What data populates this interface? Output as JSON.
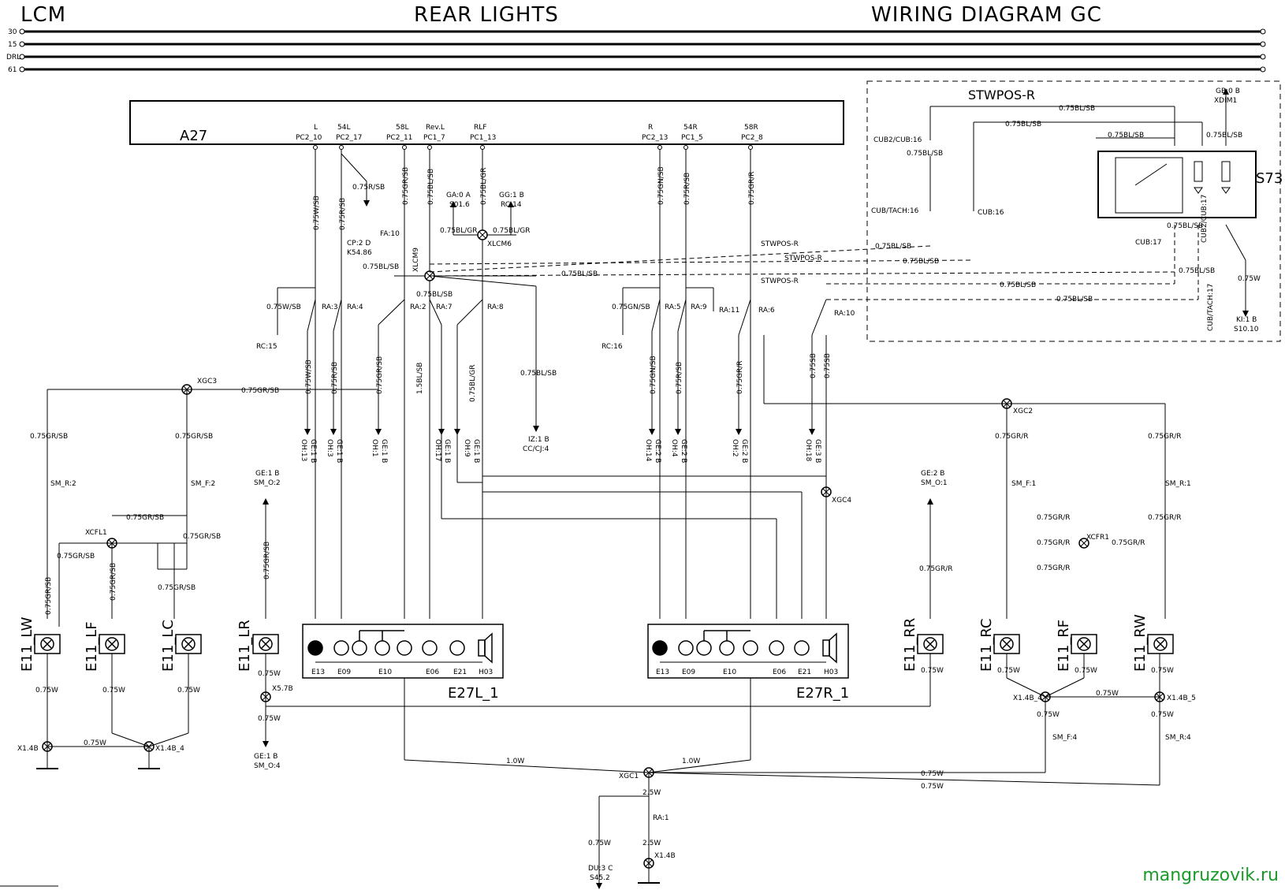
{
  "header": {
    "left": "LCM",
    "center": "REAR LIGHTS",
    "right": "WIRING DIAGRAM GC"
  },
  "rails": [
    "30",
    "15",
    "DRL",
    "61"
  ],
  "module": {
    "name": "A27",
    "pins": [
      {
        "func": "L",
        "pin": "PC2_10"
      },
      {
        "func": "54L",
        "pin": "PC2_17"
      },
      {
        "func": "58L",
        "pin": "PC2_11"
      },
      {
        "func": "Rev.L",
        "pin": "PC1_7"
      },
      {
        "func": "RLF",
        "pin": "PC1_13"
      },
      {
        "func": "R",
        "pin": "PC2_13"
      },
      {
        "func": "54R",
        "pin": "PC1_5"
      },
      {
        "func": "58R",
        "pin": "PC2_8"
      }
    ]
  },
  "switch_box": {
    "title": "STWPOS-R",
    "name": "S73"
  },
  "connectors": [
    "XLCM9",
    "XLCM6",
    "XGC3",
    "XGC2",
    "XGC4",
    "XCFL1",
    "XCFR1",
    "XGC1",
    "X5.7B",
    "X1.4B",
    "X1.4B_4",
    "X1.4B_5"
  ],
  "wire_labels": {
    "w1": "0.75W/SB",
    "w2": "0.75R/SB",
    "w3": "0.75GR/SB",
    "w4": "0.75BL/SB",
    "w5": "0.75BL/GR",
    "w6": "0.75GN/SB",
    "w7": "0.75R/SB",
    "w8": "0.75GR/R",
    "w9": "0.75BL/SB",
    "w10": "0.75BL/GR",
    "w11": "0.75BL/SB",
    "w12": "0.75W/SB",
    "w13": "0.75GN/SB",
    "w14": "0.75BL/SB",
    "w15": "0.75R/SB",
    "w16": "0.75GR/SB",
    "w17": "1.5BL/SB",
    "w18": "0.75BL/GR",
    "w19": "0.75BL/SB",
    "w20": "0.75GN/SB",
    "w21": "0.75R/SB",
    "w22": "0.75GR/R",
    "w23": "0.75SB",
    "w24": "0.75SB",
    "w25": "0.75GR/SB",
    "w26": "0.75GR/SB",
    "w27": "0.75GR/SB",
    "w28": "0.75GR/R",
    "w29": "0.75GR/R",
    "w30": "0.75BL/SB",
    "w31": "0.75BL/SB",
    "w32": "0.75BL/SB",
    "w33": "0.75BL/SB",
    "w34": "0.75BL/SB",
    "w35": "0.75BL/SB",
    "w36": "0.75BL/SB",
    "w37": "0.75W",
    "w38": "0.75BL/SB",
    "w39": "0.75BL/SB",
    "w40": "0.75BL/SB",
    "w41": "0.75BL/SB",
    "w42": "0.75BL/SB"
  },
  "refs": {
    "r1": "CP:2 D",
    "r2": "K54.86",
    "r3": "FA:10",
    "r4": "GA:0 A",
    "r5": "S01.6",
    "r6": "GG:1 B",
    "r7": "RC:14",
    "r8": "RA:3",
    "r9": "RA:4",
    "r10": "RA:2",
    "r11": "RA:7",
    "r12": "RA:8",
    "r13": "RA:5",
    "r14": "RA:9",
    "r15": "RA:11",
    "r16": "RA:6",
    "r17": "RA:10",
    "r18": "RC:15",
    "r19": "RC:16",
    "r20": "OH:13",
    "r21": "GE:1 B",
    "r22": "OH:3",
    "r23": "GE:1 B",
    "r24": "OH:1",
    "r25": "GE:1 B",
    "r26": "OH:17",
    "r27": "GE:1 B",
    "r28": "OH:9",
    "r29": "GE:1 B",
    "r30": "IZ:1 B",
    "r31": "CC/CJ:4",
    "r32": "OH:14",
    "r33": "GE:2 B",
    "r34": "OH:4",
    "r35": "GE:2 B",
    "r36": "OH:2",
    "r37": "GE:2 B",
    "r38": "OH:18",
    "r39": "GE:3 B",
    "r40": "GE:1 B",
    "r41": "SM_O:2",
    "r42": "GE:2 B",
    "r43": "SM_O:1",
    "r44": "GE:1 B",
    "r45": "SM_O:4",
    "r46": "SM_R:2",
    "r47": "SM_F:2",
    "r48": "SM_F:1",
    "r49": "SM_R:1",
    "r50": "SM_F:4",
    "r51": "SM_R:4",
    "r52": "CUB2/CUB:16",
    "r53": "CUB/TACH:16",
    "r54": "CUB:16",
    "r55": "CUB:17",
    "r56": "CUB2/CUB:17",
    "r57": "CUB/TACH:17",
    "r58": "GB:0 B",
    "r59": "XDIM1",
    "r60": "KI:1 B",
    "r61": "S10.10",
    "r62": "DU:3 C",
    "r63": "S45.2",
    "r64": "RA:1",
    "r65": "STWPOS-R",
    "r66": "STWPOS-R",
    "r67": "STWPOS-R"
  },
  "lamps": {
    "E11_LW": "E11_LW",
    "E11_LF": "E11_LF",
    "E11_LC": "E11_LC",
    "E11_LR": "E11_LR",
    "E11_RR": "E11_RR",
    "E11_RC": "E11_RC",
    "E11_RF": "E11_RF",
    "E11_RW": "E11_RW"
  },
  "clusters": [
    {
      "name": "E27L_1",
      "labels": [
        "E13",
        "E09",
        "E10",
        "E06",
        "E21",
        "H03"
      ]
    },
    {
      "name": "E27R_1",
      "labels": [
        "E13",
        "E09",
        "E10",
        "E06",
        "E21",
        "H03"
      ]
    }
  ],
  "ground_wires": {
    "g1": "0.75W",
    "g2": "0.75W",
    "g3": "0.75W",
    "g4": "0.75W",
    "g5": "0.75W",
    "g6": "0.75W",
    "g7": "0.75W",
    "g8": "0.75W",
    "g9": "0.75W",
    "g10": "0.75W",
    "g11": "0.75W",
    "g12": "0.75W",
    "g13": "1.0W",
    "g14": "1.0W",
    "g15": "0.75W",
    "g16": "0.75W",
    "g17": "2.5W",
    "g18": "2.5W",
    "g19": "0.75W",
    "g20": "0.75W",
    "g21": "0.75W"
  },
  "watermark": "mangruzovik.ru"
}
